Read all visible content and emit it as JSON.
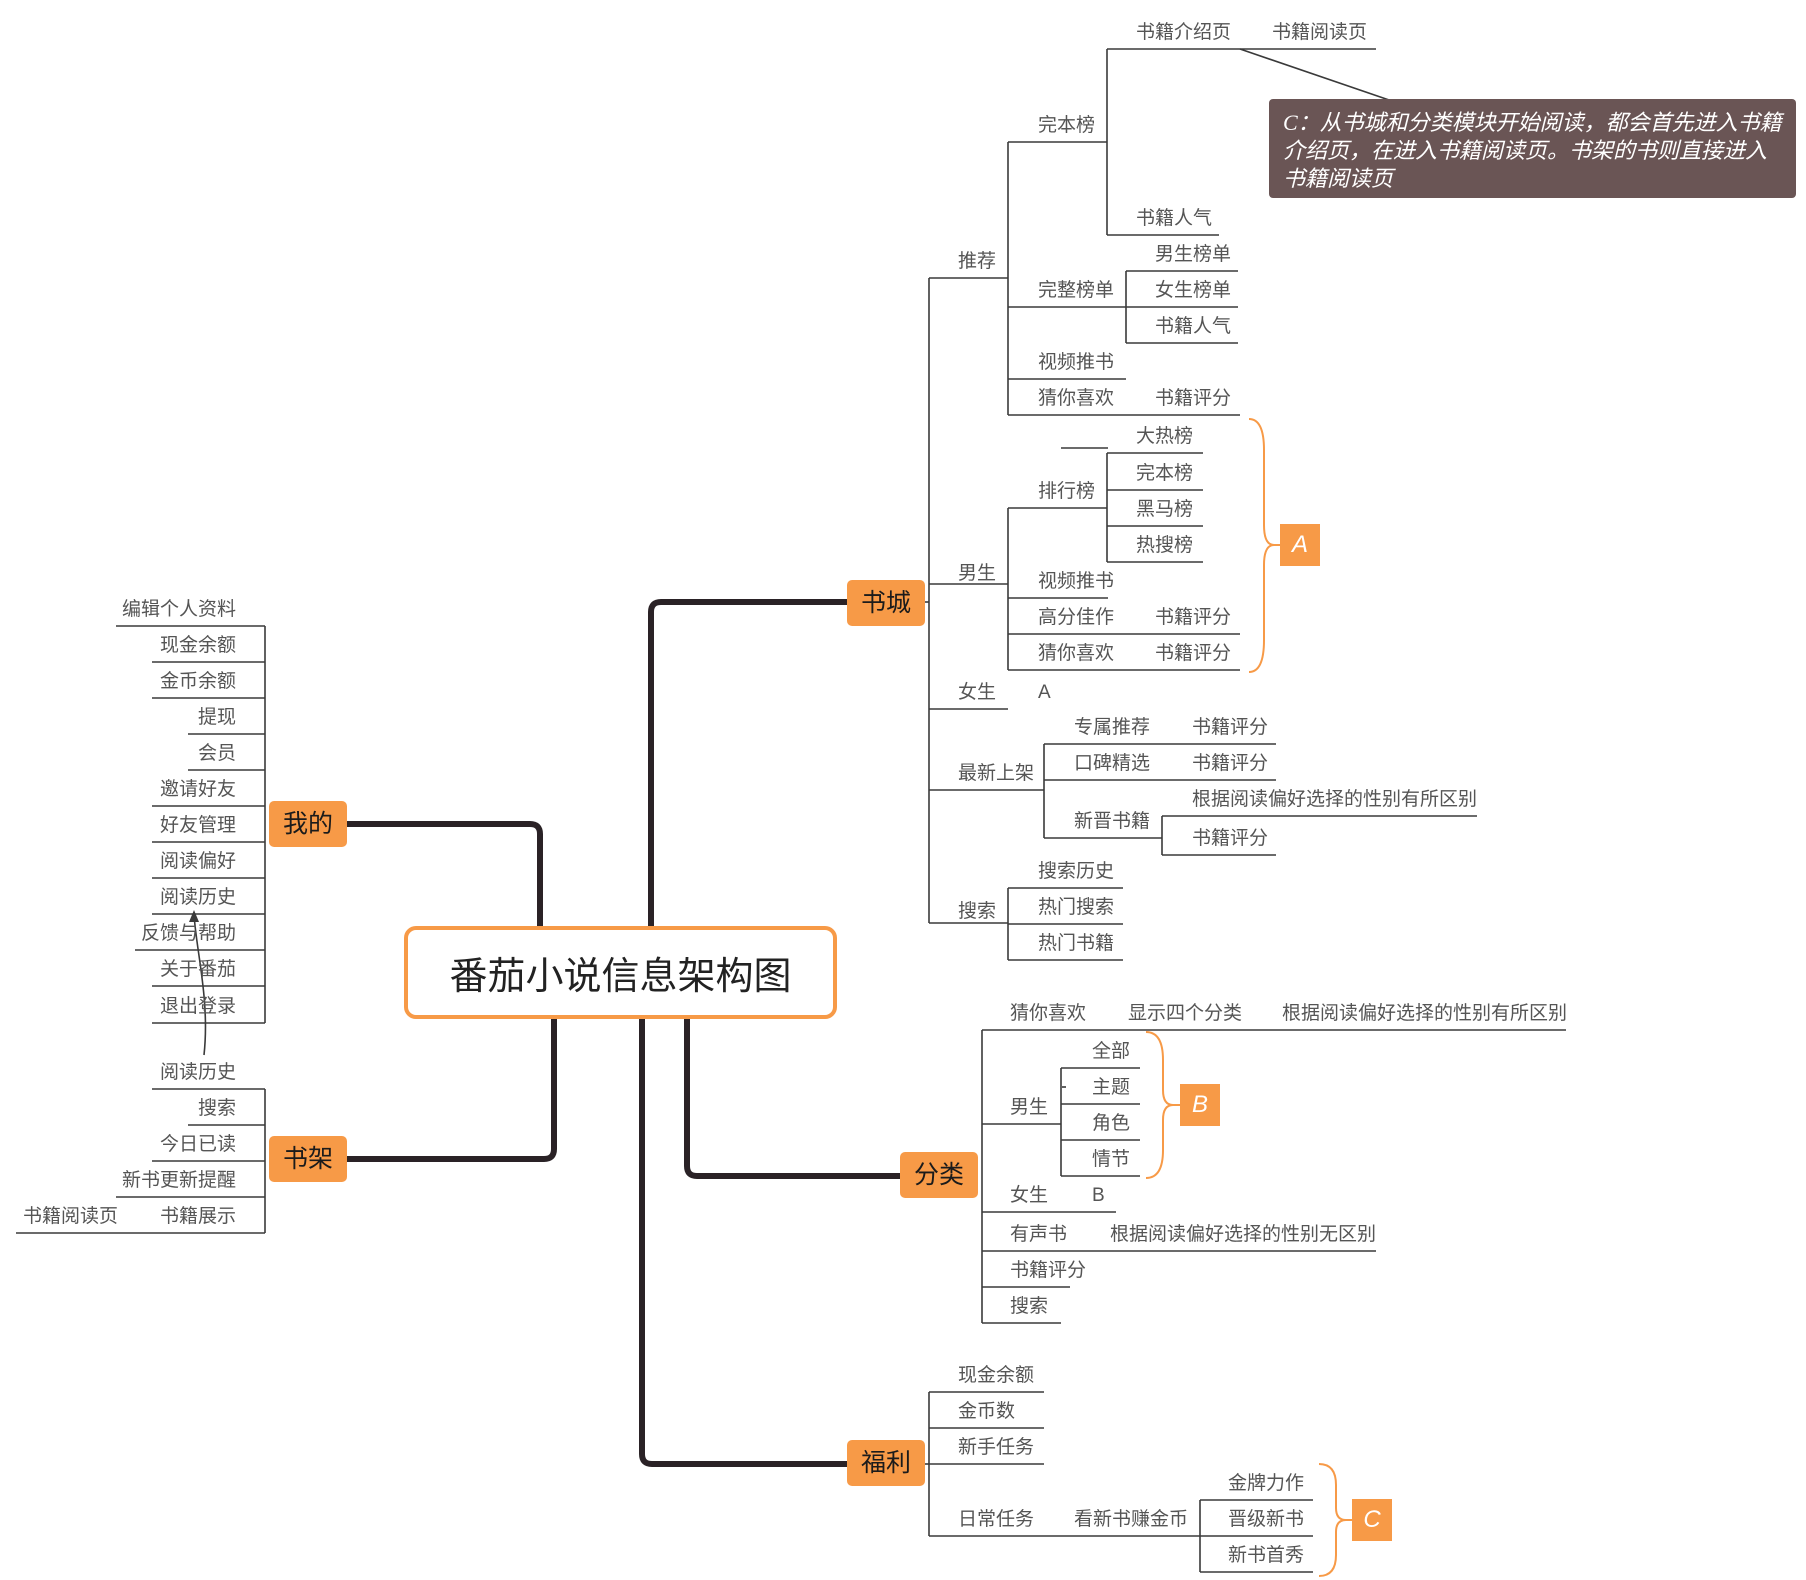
{
  "central": "番茄小说信息架构图",
  "main_nodes": {
    "shucheng": "书城",
    "fenlei": "分类",
    "fuli": "福利",
    "wode": "我的",
    "shujia": "书架"
  },
  "note": "C：从书城和分类模块开始阅读，都会首先进入书籍介绍页，在进入书籍阅读页。书架的书则直接进入书籍阅读页",
  "badges": {
    "a": "A",
    "b": "B",
    "c": "C"
  },
  "shucheng": {
    "tuijian": "推荐",
    "wanbenbang": "完本榜",
    "intro_page": "书籍介绍页",
    "read_page": "书籍阅读页",
    "popularity": "书籍人气",
    "full_list": "完整榜单",
    "male_list": "男生榜单",
    "female_list": "女生榜单",
    "popularity2": "书籍人气",
    "video": "视频推书",
    "guess": "猜你喜欢",
    "guess_score": "书籍评分",
    "nansheng": "男生",
    "paihang": "排行榜",
    "rank_hot": "大热榜",
    "rank_finished": "完本榜",
    "rank_darkhorse": "黑马榜",
    "rank_search": "热搜榜",
    "male_video": "视频推书",
    "male_highscore": "高分佳作",
    "male_highscore_score": "书籍评分",
    "male_guess": "猜你喜欢",
    "male_guess_score": "书籍评分",
    "nvsheng": "女生",
    "nvsheng_ref": "A",
    "newest": "最新上架",
    "exclusive": "专属推荐",
    "exclusive_score": "书籍评分",
    "reputation": "口碑精选",
    "reputation_score": "书籍评分",
    "newbook": "新晋书籍",
    "newbook_note": "根据阅读偏好选择的性别有所区别",
    "newbook_score": "书籍评分",
    "search": "搜索",
    "search_history": "搜索历史",
    "hot_search": "热门搜索",
    "hot_books": "热门书籍"
  },
  "fenlei": {
    "guess": "猜你喜欢",
    "guess_show": "显示四个分类",
    "guess_note": "根据阅读偏好选择的性别有所区别",
    "nansheng": "男生",
    "all": "全部",
    "theme": "主题",
    "role": "角色",
    "plot": "情节",
    "nvsheng": "女生",
    "nvsheng_ref": "B",
    "audio": "有声书",
    "audio_note": "根据阅读偏好选择的性别无区别",
    "score": "书籍评分",
    "search": "搜索"
  },
  "fuli": {
    "cash": "现金余额",
    "coins": "金币数",
    "newbie": "新手任务",
    "daily": "日常任务",
    "watch": "看新书赚金币",
    "gold": "金牌力作",
    "promoted": "晋级新书",
    "debut": "新书首秀"
  },
  "wode": {
    "edit_profile": "编辑个人资料",
    "cash": "现金余额",
    "coins": "金币余额",
    "withdraw": "提现",
    "vip": "会员",
    "invite": "邀请好友",
    "friends": "好友管理",
    "preference": "阅读偏好",
    "history": "阅读历史",
    "feedback": "反馈与帮助",
    "about": "关于番茄",
    "logout": "退出登录"
  },
  "shujia": {
    "history": "阅读历史",
    "search": "搜索",
    "today": "今日已读",
    "update": "新书更新提醒",
    "display": "书籍展示",
    "read_page": "书籍阅读页"
  }
}
